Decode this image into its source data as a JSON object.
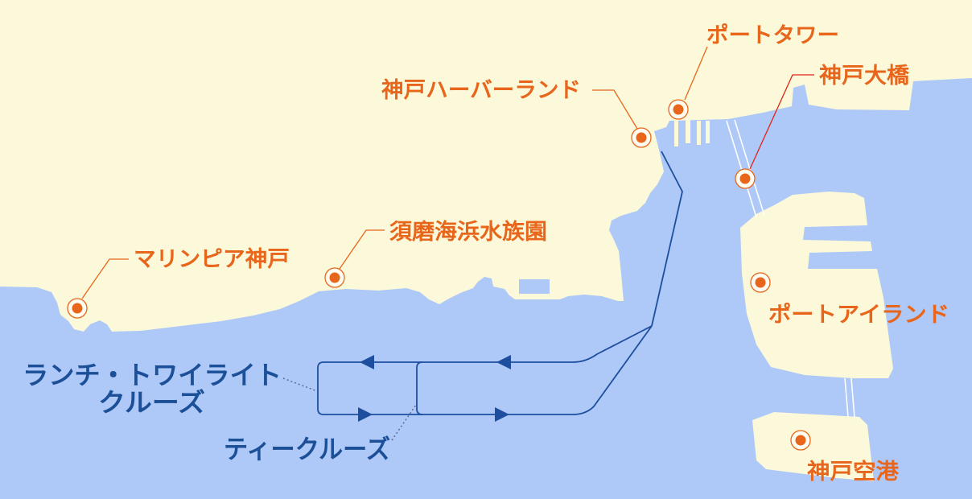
{
  "colors": {
    "land": "#fbf9d9",
    "sea": "#aec8f7",
    "landmark_label": "#e8661c",
    "cruise_label": "#1b4f97",
    "route": "#1d4f9e",
    "kobe_bridge_leader": "#e0241b",
    "bridge": "#ffffff"
  },
  "icons": {
    "landmark_marker": "location-marker-icon",
    "route_arrow": "triangle-arrow-icon"
  },
  "landmarks": {
    "port_tower": "ポートタワー",
    "kobe_bridge": "神戸大橋",
    "harborland": "神戸ハーバーランド",
    "suma_aquarium": "須磨海浜水族園",
    "marine_pia": "マリンピア神戸",
    "port_island": "ポートアイランド",
    "kobe_airport": "神戸空港"
  },
  "cruises": {
    "lunch_twilight": {
      "line1": "ランチ・トワイライト",
      "line2": "クルーズ"
    },
    "tea": {
      "label": "ティークルーズ"
    }
  }
}
